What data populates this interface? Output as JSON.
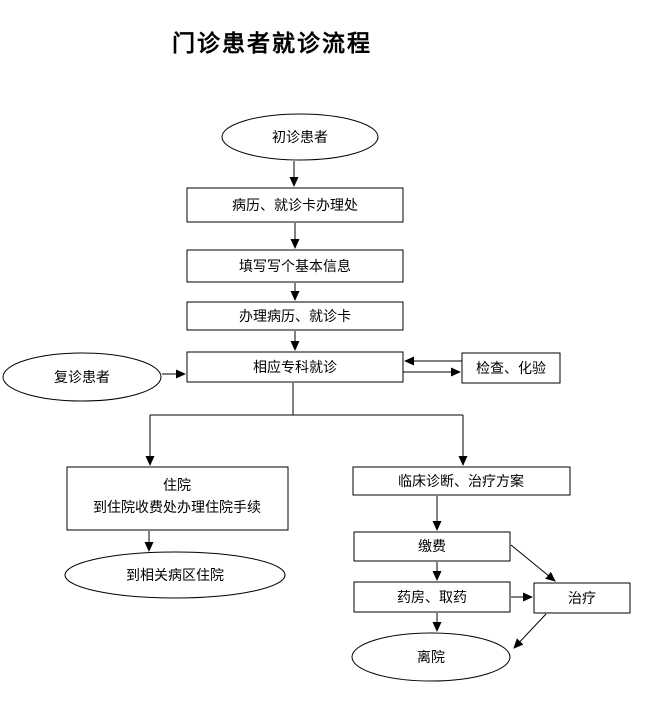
{
  "title": "门诊患者就诊流程",
  "colors": {
    "background": "#ffffff",
    "stroke": "#000000",
    "text": "#000000",
    "shape_fill": "#ffffff"
  },
  "nodes": {
    "first_visit_patient": {
      "shape": "ellipse",
      "label": "初诊患者"
    },
    "card_office": {
      "shape": "rect",
      "label": "病历、就诊卡办理处"
    },
    "fill_basic_info": {
      "shape": "rect",
      "label": "填写写个基本信息"
    },
    "handle_record_card": {
      "shape": "rect",
      "label": "办理病历、就诊卡"
    },
    "return_visit_patient": {
      "shape": "ellipse",
      "label": "复诊患者"
    },
    "specialist_visit": {
      "shape": "rect",
      "label": "相应专科就诊"
    },
    "exam_lab_test": {
      "shape": "rect",
      "label": "检查、化验"
    },
    "hospitalization": {
      "shape": "rect",
      "lines": [
        "住院",
        "到住院收费处办理住院手续"
      ]
    },
    "ward_admission": {
      "shape": "ellipse",
      "label": "到相关病区住院"
    },
    "clinical_diagnosis": {
      "shape": "rect",
      "label": "临床诊断、治疗方案"
    },
    "payment": {
      "shape": "rect",
      "label": "缴费"
    },
    "pharmacy_get_medicine": {
      "shape": "rect",
      "label": "药房、取药"
    },
    "treatment": {
      "shape": "rect",
      "label": "治疗"
    },
    "leave_hospital": {
      "shape": "ellipse",
      "label": "离院"
    }
  },
  "edges": [
    {
      "from": "first_visit_patient",
      "to": "card_office"
    },
    {
      "from": "card_office",
      "to": "fill_basic_info"
    },
    {
      "from": "fill_basic_info",
      "to": "handle_record_card"
    },
    {
      "from": "handle_record_card",
      "to": "specialist_visit"
    },
    {
      "from": "return_visit_patient",
      "to": "specialist_visit"
    },
    {
      "from": "exam_lab_test",
      "to": "specialist_visit"
    },
    {
      "from": "specialist_visit",
      "to": "exam_lab_test"
    },
    {
      "from": "specialist_visit",
      "to": "hospitalization"
    },
    {
      "from": "specialist_visit",
      "to": "clinical_diagnosis"
    },
    {
      "from": "hospitalization",
      "to": "ward_admission"
    },
    {
      "from": "clinical_diagnosis",
      "to": "payment"
    },
    {
      "from": "payment",
      "to": "pharmacy_get_medicine"
    },
    {
      "from": "payment",
      "to": "treatment"
    },
    {
      "from": "pharmacy_get_medicine",
      "to": "treatment"
    },
    {
      "from": "pharmacy_get_medicine",
      "to": "leave_hospital"
    },
    {
      "from": "treatment",
      "to": "leave_hospital"
    }
  ]
}
